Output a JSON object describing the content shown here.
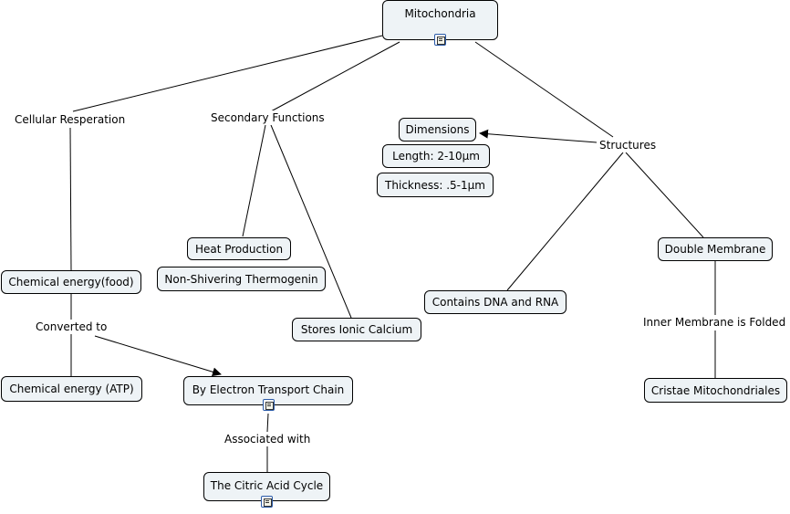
{
  "nodes": {
    "mitochondria": "Mitochondria",
    "dimensions": "Dimensions",
    "length": "Length: 2-10µm",
    "thickness": "Thickness: .5-1µm",
    "heat_production": "Heat Production",
    "non_shivering": "Non-Shivering Thermogenin",
    "double_membrane": "Double Membrane",
    "chemical_energy_food": "Chemical energy(food)",
    "contains_dna_rna": "Contains DNA and RNA",
    "stores_ionic_calcium": "Stores Ionic Calcium",
    "chemical_energy_atp": "Chemical energy (ATP)",
    "electron_transport_chain": "By Electron Transport Chain",
    "cristae": "Cristae Mitochondriales",
    "citric_acid_cycle": "The Citric Acid Cycle"
  },
  "labels": {
    "cellular_resperation": "Cellular Resperation",
    "secondary_functions": "Secondary Functions",
    "structures": "Structures",
    "converted_to": "Converted to",
    "inner_membrane_folded": "Inner Membrane is Folded",
    "associated_with": "Associated with"
  },
  "colors": {
    "node_fill": "#eef3f6",
    "line": "#000000",
    "resource_icon_border": "#2a5aa8"
  }
}
